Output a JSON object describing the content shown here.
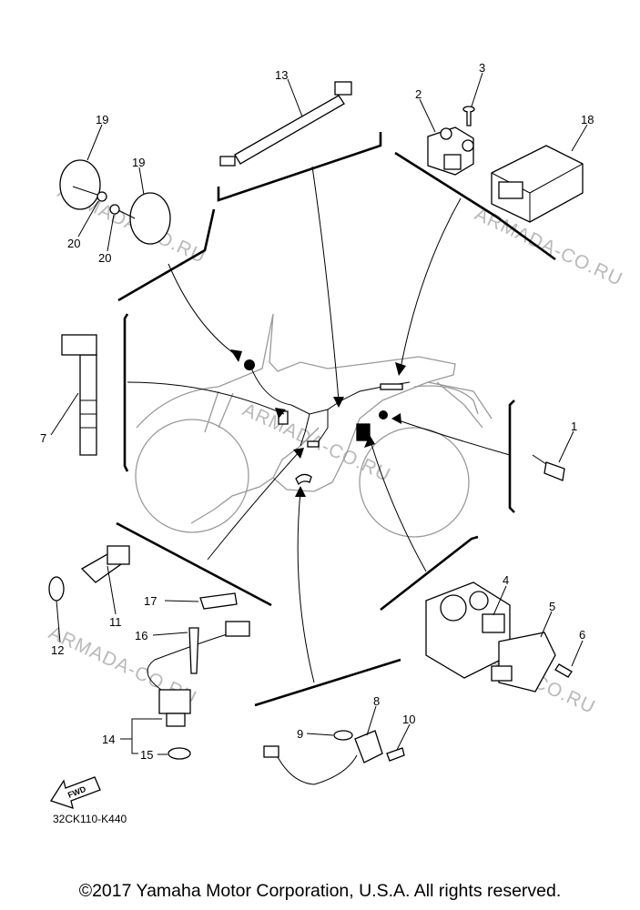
{
  "diagram": {
    "code": "32CK110-K440",
    "fwd_label": "FWD",
    "watermark": "ARMADA-CO.RU",
    "copyright": "©2017 Yamaha Motor Corporation, U.S.A. All rights reserved.",
    "callouts": [
      "1",
      "2",
      "3",
      "4",
      "5",
      "6",
      "7",
      "8",
      "9",
      "10",
      "11",
      "12",
      "13",
      "14",
      "15",
      "16",
      "17",
      "18",
      "19",
      "19",
      "20",
      "20"
    ]
  }
}
